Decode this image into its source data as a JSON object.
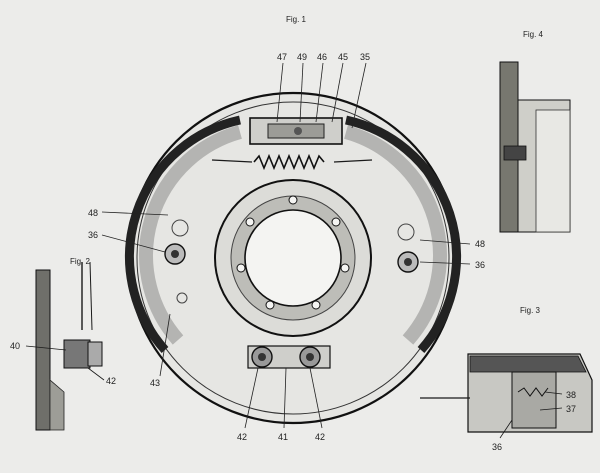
{
  "figures": {
    "fig1": "Fig. 1",
    "fig2": "Fig. 2",
    "fig3": "Fig. 3",
    "fig4": "Fig. 4"
  },
  "callouts": {
    "c47": "47",
    "c49": "49",
    "c46": "46",
    "c45": "45",
    "c35": "35",
    "c48_left": "48",
    "c36_left": "36",
    "c48_right": "48",
    "c36_right": "36",
    "c43": "43",
    "c42_left": "42",
    "c41": "41",
    "c42_right": "42",
    "c40": "40",
    "c42_fig2": "42",
    "c38": "38",
    "c37": "37",
    "c36_fig3": "36"
  }
}
